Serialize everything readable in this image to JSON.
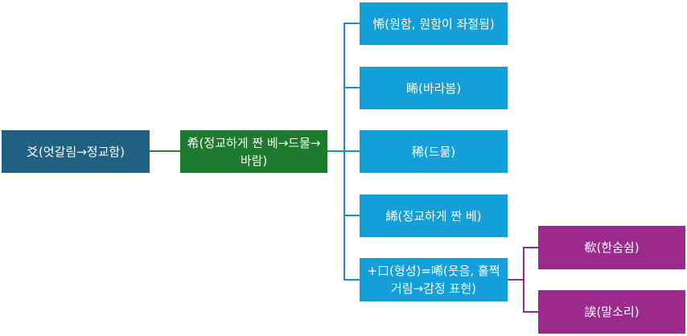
{
  "colors": {
    "root": "#1f6183",
    "middle": "#1e7a2c",
    "branch": "#159fd8",
    "sub": "#9c2a8e",
    "line_blue": "#1f8ccf",
    "line_green": "#2e7d32",
    "line_purple": "#9c2a8e"
  },
  "nodes": {
    "root": "爻(엇갈림→정교함)",
    "middle": "希(정교하게 짠 베→드물→바람)",
    "b1": "悕(원함, 원함이 좌절됨)",
    "b2": "睎(바라봄)",
    "b3": "稀(드묾)",
    "b4": "絺(정교하게 짠 베)",
    "b5": "+口(형성)=唏(웃음, 훌쩍거림→감정 표현)",
    "s1": "欷(한숨쉼)",
    "s2": "誒(말소리)"
  }
}
